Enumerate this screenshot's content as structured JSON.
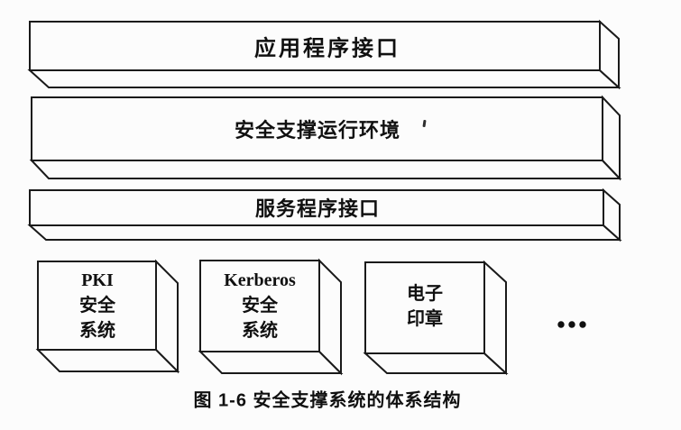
{
  "figure": {
    "layers": [
      {
        "id": "application-interface",
        "label": "应用程序接口"
      },
      {
        "id": "security-support-runtime",
        "label": "安全支撑运行环境"
      },
      {
        "id": "service-interface",
        "label": "服务程序接口"
      }
    ],
    "modules": [
      {
        "id": "pki-security-system",
        "lines": [
          "PKI",
          "安全",
          "系统"
        ]
      },
      {
        "id": "kerberos-security-system",
        "lines": [
          "Kerberos",
          "安全",
          "系统"
        ]
      },
      {
        "id": "electronic-seal",
        "lines": [
          "电子",
          "印章"
        ]
      }
    ],
    "more_indicator": "•••",
    "caption": "图 1-6  安全支撑系统的体系结构",
    "colors": {
      "line": "#1a1a1a",
      "background": "#fcfcfc",
      "text": "#101010"
    }
  }
}
